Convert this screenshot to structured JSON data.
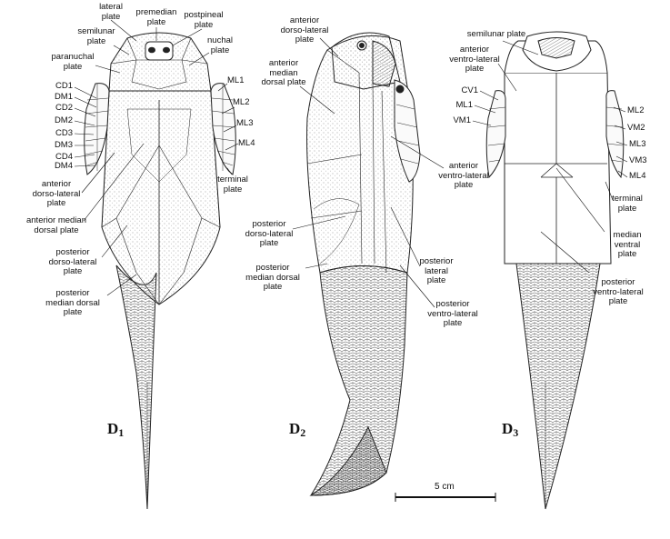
{
  "figures": [
    {
      "letter": "D",
      "index": "1"
    },
    {
      "letter": "D",
      "index": "2"
    },
    {
      "letter": "D",
      "index": "3"
    }
  ],
  "scale_bar": {
    "label": "5 cm"
  },
  "d1_labels": {
    "lateral": "lateral\nplate",
    "premedian": "premedian\nplate",
    "postpineal": "postpineal\nplate",
    "semilunar": "semilunar\nplate",
    "nuchal": "nuchal\nplate",
    "paranuchal": "paranuchal\nplate",
    "ml1": "ML1",
    "ml2": "ML2",
    "ml3": "ML3",
    "ml4": "ML4",
    "terminal": "terminal\nplate",
    "cd1": "CD1",
    "dm1": "DM1",
    "cd2": "CD2",
    "dm2": "DM2",
    "cd3": "CD3",
    "dm3": "DM3",
    "cd4": "CD4",
    "dm4": "DM4",
    "adl": "anterior\ndorso-lateral\nplate",
    "amd": "anterior median\ndorsal plate",
    "pdl": "posterior\ndorso-lateral\nplate",
    "pmd": "posterior\nmedian dorsal\nplate"
  },
  "d2_labels": {
    "adl": "anterior\ndorso-lateral\nplate",
    "amd": "anterior\nmedian\ndorsal plate",
    "avl": "anterior\nventro-lateral\nplate",
    "pdl": "posterior\ndorso-lateral\nplate",
    "pmd": "posterior\nmedian dorsal\nplate",
    "pl": "posterior\nlateral\nplate",
    "pvl": "posterior\nventro-lateral\nplate"
  },
  "d3_labels": {
    "semilunar": "semilunar plate",
    "avl": "anterior\nventro-lateral\nplate",
    "cv1": "CV1",
    "ml1": "ML1",
    "vm1": "VM1",
    "ml2": "ML2",
    "vm2": "VM2",
    "ml3": "ML3",
    "vm3": "VM3",
    "ml4": "ML4",
    "terminal": "terminal\nplate",
    "mv": "median\nventral\nplate",
    "pvl": "posterior\nventro-lateral\nplate"
  }
}
